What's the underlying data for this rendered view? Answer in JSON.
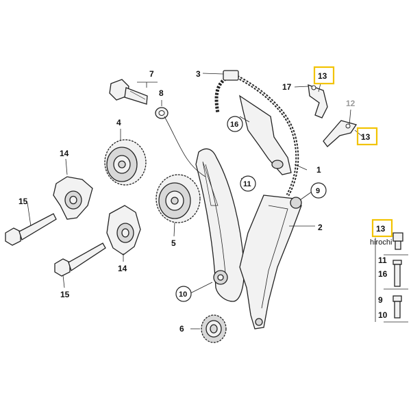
{
  "parts": {
    "p1": "1",
    "p2": "2",
    "p3": "3",
    "p5": "5",
    "p6": "6",
    "p7": "7",
    "p8": "8",
    "p9": "9",
    "p10": "10",
    "p11": "11",
    "p12": "12",
    "p13a": "13",
    "p13b": "13",
    "p14a": "14",
    "p14b": "14",
    "p15a": "15",
    "p15b": "15",
    "p16": "16",
    "p17": "17",
    "p4": "4"
  },
  "legend": {
    "row1": "13",
    "row2a": "11",
    "row2b": "16",
    "row3a": "9",
    "row3b": "10"
  },
  "watermark": "hirochi",
  "colors": {
    "highlight": "#f2c300",
    "lines": "#222222",
    "inactive_label": "#9a9a9a"
  }
}
